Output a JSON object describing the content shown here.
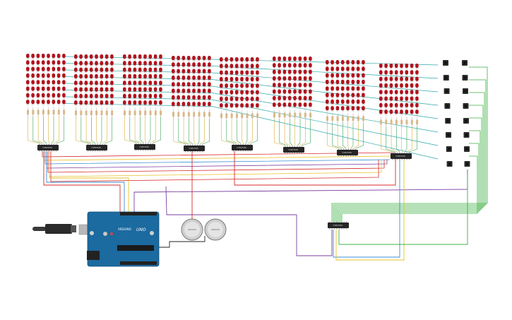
{
  "chips": {
    "label": "74HC595",
    "count": 9
  },
  "led_matrix": {
    "matrix_count": 8,
    "rows": 8,
    "cols": 8,
    "led_color": "#b0141e"
  },
  "buttons": {
    "count": 16,
    "columns": 2
  },
  "arduino": {
    "brand": "ARDUINO",
    "model": "UNO",
    "board_color": "#1b6aa0"
  },
  "batteries": {
    "count": 2,
    "label": "CR2032"
  },
  "wire_colors": {
    "red": "#d62b2b",
    "blue": "#3a8fd6",
    "yellow": "#e8c22a",
    "green": "#3cb043",
    "purple": "#7b3fa0",
    "teal": "#2aa8a8"
  }
}
